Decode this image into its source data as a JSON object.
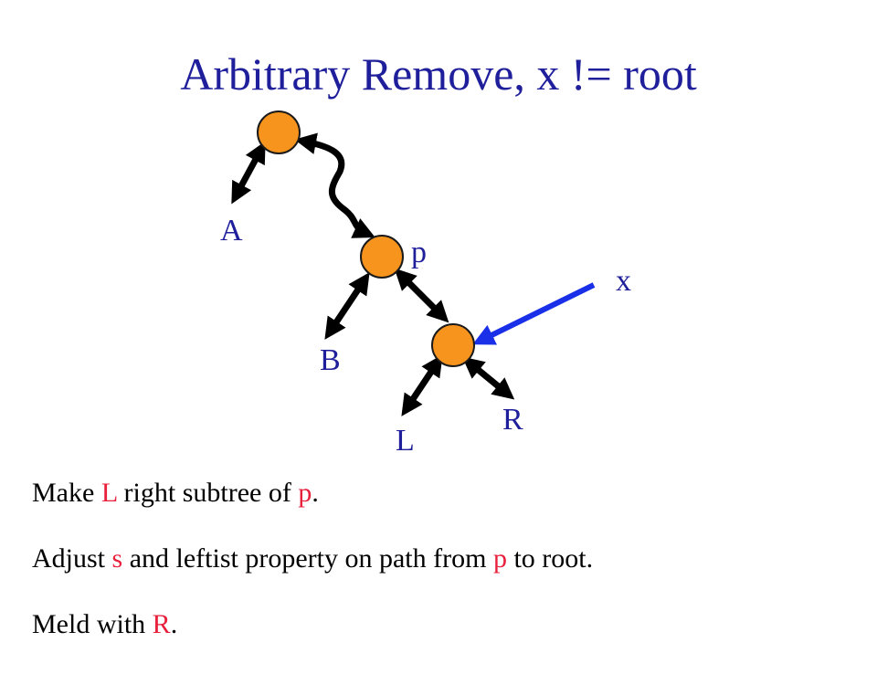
{
  "slide": {
    "title": "Arbitrary Remove, x != root",
    "colors": {
      "title": "#1f1f9c",
      "node": "#f7941d",
      "highlight": "#e8203c",
      "pointer": "#1a2fe8",
      "edge": "#000000"
    }
  },
  "diagram": {
    "labels": {
      "a": "A",
      "p": "p",
      "x": "x",
      "b": "B",
      "r": "R",
      "l": "L"
    }
  },
  "bullets": [
    {
      "parts": [
        "Make ",
        "L",
        " right subtree of ",
        "p",
        "."
      ]
    },
    {
      "parts": [
        "Adjust ",
        "s",
        " and leftist property on path from ",
        "p",
        " to root."
      ]
    },
    {
      "parts": [
        "Meld with ",
        "R",
        "."
      ]
    }
  ]
}
